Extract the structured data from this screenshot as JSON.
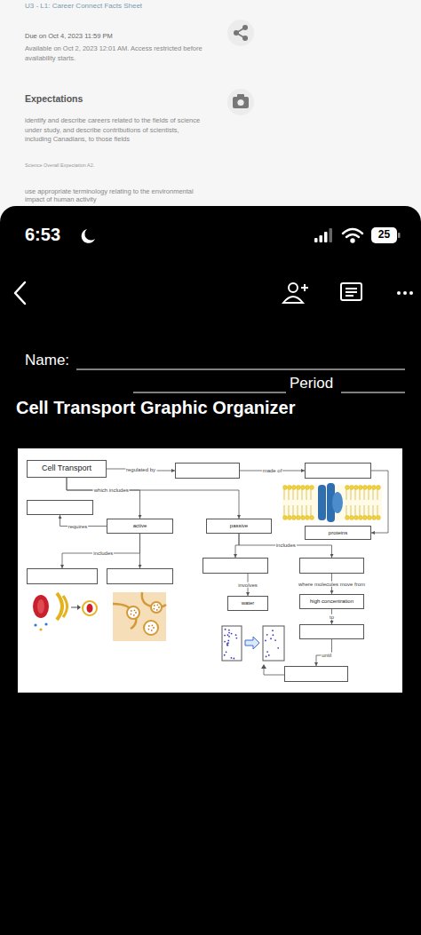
{
  "diagram": {
    "title": "Cell Transport Graphic Organizer",
    "nodes": [
      {
        "text": [
          "Cell Transport"
        ]
      },
      {
        "text": []
      },
      {
        "text": []
      },
      {
        "text": []
      },
      {
        "text": [
          "active"
        ]
      },
      {
        "text": [
          "passive"
        ]
      },
      {
        "text": [
          "proteins"
        ]
      },
      {
        "text": []
      },
      {
        "text": []
      },
      {
        "text": []
      },
      {
        "text": []
      },
      {
        "text": [
          "water"
        ]
      },
      {
        "text": [
          "high concentration"
        ]
      },
      {
        "text": []
      },
      {
        "text": []
      }
    ],
    "edges": [
      {
        "from": 0,
        "to": 1,
        "label": "regulated by",
        "arrow": "to"
      },
      {
        "from": 1,
        "to": 2,
        "label": "made of",
        "arrow": "to"
      },
      {
        "from": 2,
        "to": 6,
        "arrow": "to"
      },
      {
        "from": 0,
        "to": 4,
        "label": "which includes",
        "arrow": "to"
      },
      {
        "from": 0,
        "to": 5,
        "arrow": "to"
      },
      {
        "from": 4,
        "to": 3,
        "label": "requires",
        "arrow": "to"
      },
      {
        "from": 4,
        "to": 9,
        "label": "includes",
        "arrow": "to"
      },
      {
        "from": 4,
        "to": 10,
        "arrow": "to"
      },
      {
        "from": 5,
        "to": 7,
        "arrow": "to"
      },
      {
        "from": 5,
        "to": 8,
        "label": "includes",
        "arrow": "to"
      },
      {
        "from": 7,
        "to": 11,
        "label": "involves",
        "arrow": "to"
      },
      {
        "from": 8,
        "to": 12,
        "label": "where molecules move from",
        "arrow": "to"
      },
      {
        "from": 12,
        "to": 13,
        "label": "to",
        "arrow": "to"
      },
      {
        "from": 13,
        "to": 14,
        "label": "until",
        "arrow": "to"
      }
    ],
    "labels": [
      "U3 - L1: Career Connect Facts Sheet",
      "Due on Oct 4, 2023 11:59 PM",
      "Available on Oct 2, 2023 12:01 AM. Access restricted before availability starts.",
      "Expectations",
      "identify and describe careers related to the fields of science under study, and describe contributions of scientists, including Canadians, to those fields",
      "Science Overall Expectation A2.",
      "use appropriate terminology relating to the environmental impact of human activity",
      "6:53",
      "25",
      "Name:",
      "Period"
    ]
  }
}
